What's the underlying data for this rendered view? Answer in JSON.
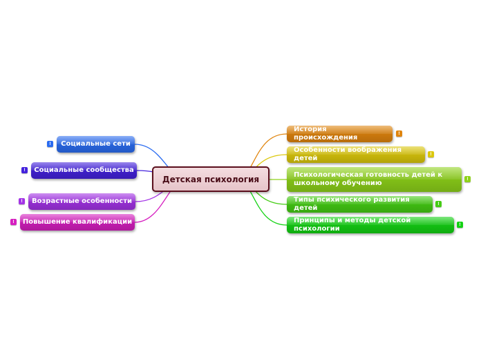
{
  "central": {
    "label": "Детская психология"
  },
  "badge_glyph": "!",
  "left_nodes": [
    {
      "id": "social-networks",
      "label": "Социальные сети",
      "color": "#2b6cf0"
    },
    {
      "id": "social-communities",
      "label": "Социальные сообщества",
      "color": "#4422dd"
    },
    {
      "id": "age-features",
      "label": "Возрастные особенности",
      "color": "#a333e6"
    },
    {
      "id": "qualification",
      "label": "Повышение квалификации",
      "color": "#d61fc0"
    }
  ],
  "right_nodes": [
    {
      "id": "origin-history",
      "label": "История происхождения",
      "color": "#e0850e"
    },
    {
      "id": "imagination",
      "label": "Особенности воображения детей",
      "color": "#dcc80c"
    },
    {
      "id": "school-readiness",
      "label": "Психологическая готовность детей к школьному обучению",
      "color": "#8ed21a"
    },
    {
      "id": "development-types",
      "label": "Типы психического развития детей",
      "color": "#44cc14"
    },
    {
      "id": "principles-methods",
      "label": "Принципы и методы детской психологии",
      "color": "#14d214"
    }
  ]
}
